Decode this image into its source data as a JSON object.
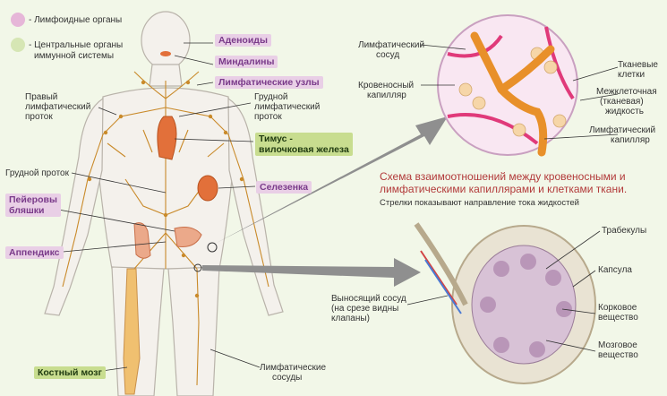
{
  "legend": {
    "lymphoid": {
      "label": "- Лимфоидные органы",
      "color": "#e6b6d8"
    },
    "central": {
      "label": "- Центральные органы иммунной системы",
      "line1": "- Центральные органы",
      "line2": "иммунной системы",
      "color": "#d6e6b4"
    }
  },
  "body_labels": {
    "adenoids": "Аденоиды",
    "tonsils": "Миндалины",
    "lymph_nodes": "Лимфатические узлы",
    "right_duct": "Правый лимфатический проток",
    "right_duct_lines": [
      "Правый",
      "лимфатический",
      "проток"
    ],
    "thoracic_duct_upper": "Грудной лимфатический проток",
    "thoracic_duct_upper_lines": [
      "Грудной",
      "лимфатический",
      "проток"
    ],
    "thymus": "Тимус - вилочковая железа",
    "thymus_lines": [
      "Тимус -",
      "вилочковая железа"
    ],
    "thoracic_duct": "Грудной проток",
    "spleen": "Селезенка",
    "peyer": "Пейеровы бляшки",
    "peyer_lines": [
      "Пейеровы",
      "бляшки"
    ],
    "appendix": "Аппендикс",
    "bone_marrow": "Костный мозг",
    "lymph_vessels": "Лимфатические сосуды",
    "lymph_vessels_lines": [
      "Лимфатические",
      "сосуды"
    ]
  },
  "tissue_labels": {
    "lymph_vessel": "Лимфатический сосуд",
    "lymph_vessel_lines": [
      "Лимфатический",
      "сосуд"
    ],
    "blood_capillary": "Кровеносный капилляр",
    "blood_capillary_lines": [
      "Кровеносный",
      "капилляр"
    ],
    "tissue_cells": "Тканевые клетки",
    "tissue_cells_lines": [
      "Тканевые",
      "клетки"
    ],
    "interstitial_fluid": "Межклеточная (тканевая) жидкость",
    "interstitial_fluid_lines": [
      "Межклеточная",
      "(тканевая)",
      "жидкость"
    ],
    "lymph_capillary": "Лимфатический капилляр",
    "lymph_capillary_lines": [
      "Лимфатический",
      "капилляр"
    ]
  },
  "caption": {
    "title": "Схема взаимоотношений между кровеносными и лимфатическими капиллярами и клетками ткани.",
    "note": "Стрелки показывают направление тока жидкостей"
  },
  "node_labels": {
    "trabeculae": "Трабекулы",
    "capsule": "Капсула",
    "cortex": "Корковое вещество",
    "cortex_lines": [
      "Корковое",
      "вещество"
    ],
    "efferent": "Выносящий сосуд (на срезе видны клапаны)",
    "efferent_lines": [
      "Выносящий сосуд",
      "(на срезе видны",
      "клапаны)"
    ],
    "medulla": "Мозговое вещество",
    "medulla_lines": [
      "Мозговое",
      "вещество"
    ]
  },
  "colors": {
    "lymph": "#c98a2a",
    "organ": "#e2703a",
    "tag_bg": "#e9cfe6",
    "tag_text": "#7a3b8a",
    "arrow": "#8f8f8f"
  }
}
